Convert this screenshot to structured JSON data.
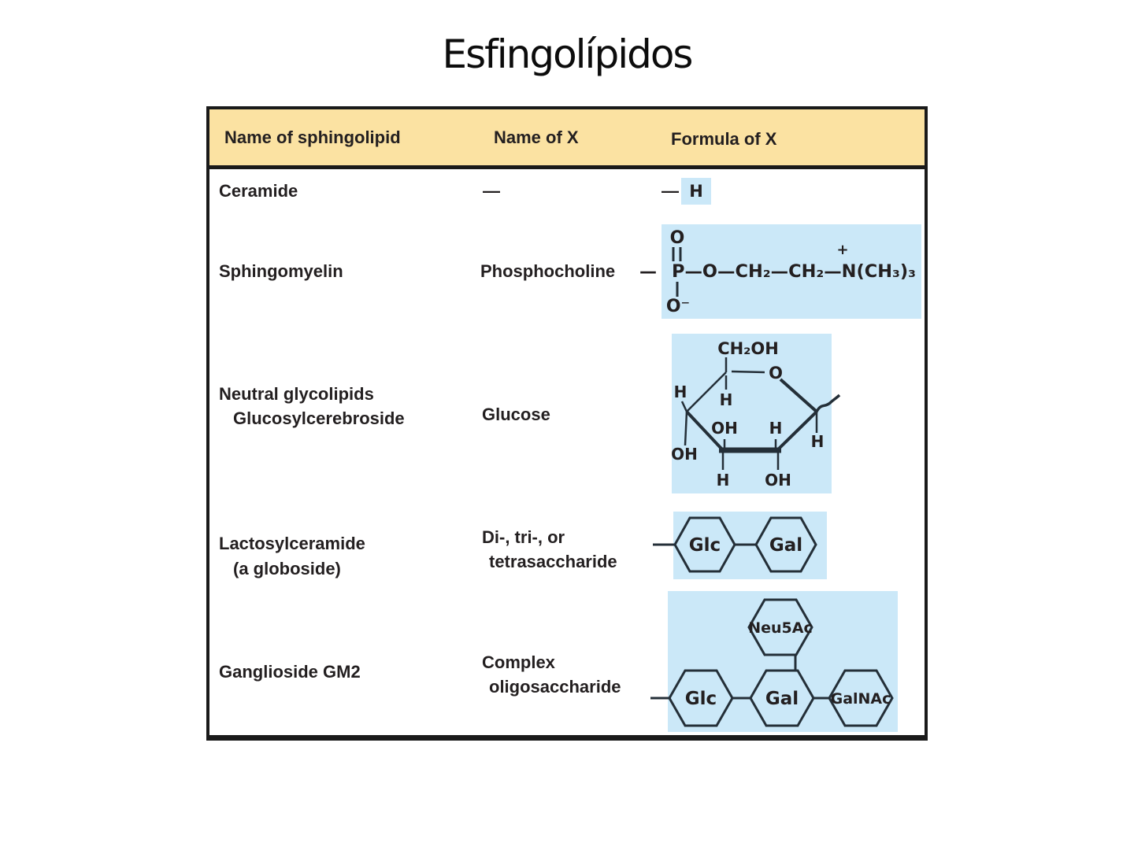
{
  "title": "Esfingolípidos",
  "colors": {
    "header_bg": "#fbe2a2",
    "highlight_bg": "#cbe8f8",
    "frame_border": "#1a1a1a",
    "text": "#231f20",
    "structure_stroke": "#242f38"
  },
  "table": {
    "headers": {
      "sphingolipid": "Name of sphingolipid",
      "x_name": "Name of X",
      "x_formula": "Formula of X"
    },
    "rows": {
      "ceramide": {
        "name": "Ceramide",
        "x_name": "—",
        "bond_dash": "—",
        "formula": "H"
      },
      "sphingomyelin": {
        "name": "Sphingomyelin",
        "x_name": "Phosphocholine"
      },
      "neutral_glycolipids": {
        "name_line1": "Neutral glycolipids",
        "name_line2": "Glucosylcerebroside",
        "x_name": "Glucose"
      },
      "lactosylceramide": {
        "name_line1": "Lactosylceramide",
        "name_line2": "(a globoside)",
        "x_name_line1": "Di-, tri-, or",
        "x_name_line2": "tetrasaccharide"
      },
      "ganglioside_gm2": {
        "name": "Ganglioside GM2",
        "x_name_line1": "Complex",
        "x_name_line2": "oligosaccharide"
      }
    }
  },
  "structures": {
    "sphingomyelin": {
      "bond_dash": "—",
      "oxygen_top": "O",
      "chain": "P—O—CH₂—CH₂—N(CH₃)₃",
      "charge_plus": "+",
      "oxygen_bottom": "O⁻"
    },
    "glucose": {
      "ch2oh": "CH₂OH",
      "ring_oxygen": "O",
      "h": "H",
      "oh": "OH"
    },
    "lactosylceramide": {
      "unit1": "Glc",
      "unit2": "Gal"
    },
    "ganglioside_gm2": {
      "unit1": "Glc",
      "unit2": "Gal",
      "unit3": "GalNAc",
      "unit_top": "Neu5Ac"
    }
  }
}
